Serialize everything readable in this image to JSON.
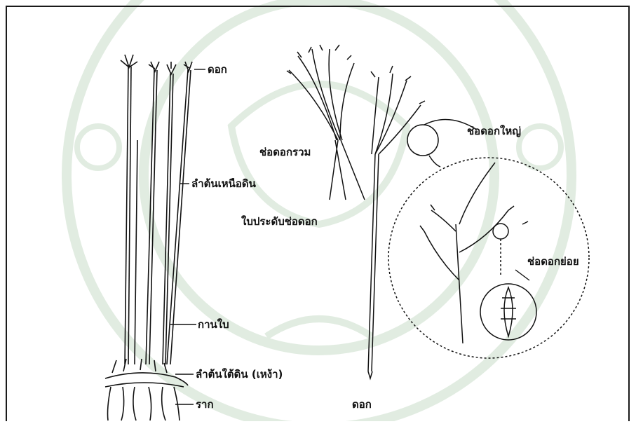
{
  "colors": {
    "background": "#ffffff",
    "frame": "#1a1a1a",
    "ink": "#111111",
    "watermark": "#c9ddc9"
  },
  "watermark": {
    "name": "university-seal-watermark"
  },
  "labels": {
    "flower": "ดอก",
    "aerial_stem": "ลำต้นเหนือดิน",
    "petiole": "กานใบ",
    "rhizome": "ลำต้นใต้ดิน (เหง้า)",
    "root": "ราก",
    "inflorescence_cluster": "ช่อดอกรวม",
    "bract": "ใบประดับช่อดอก",
    "flower_bottom": "ดอก",
    "main_inflorescence": "ช่อดอกใหญ่",
    "spikelet": "ช่อดอกย่อย"
  }
}
